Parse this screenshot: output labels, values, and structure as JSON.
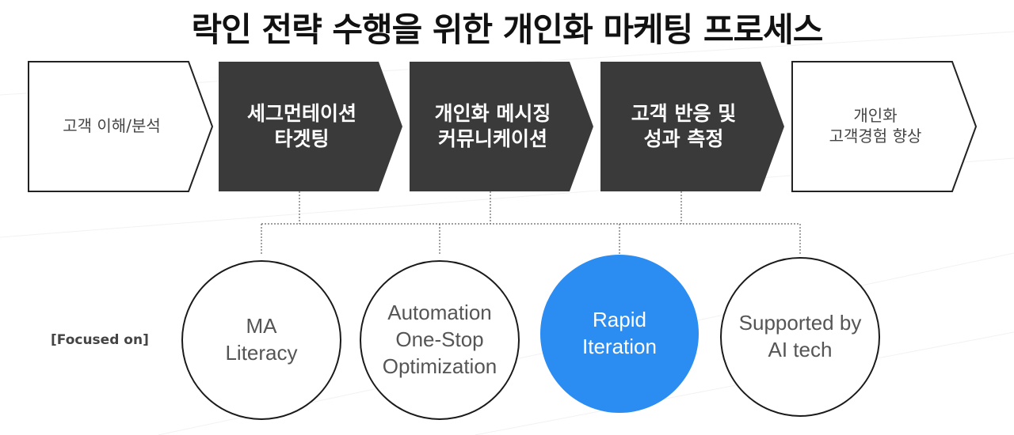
{
  "title": "락인 전략 수행을 위한 개인화 마케팅 프로세스",
  "steps": [
    {
      "label": "고객 이해/분석",
      "style": "light"
    },
    {
      "label": "세그먼테이션\n타겟팅",
      "style": "dark"
    },
    {
      "label": "개인화 메시징\n커뮤니케이션",
      "style": "dark"
    },
    {
      "label": "고객 반응 및\n성과 측정",
      "style": "dark"
    },
    {
      "label": "개인화\n고객경험 향상",
      "style": "light"
    }
  ],
  "focus_label": "[Focused on]",
  "focus_items": [
    {
      "label": "MA\nLiteracy",
      "highlighted": false
    },
    {
      "label": "Automation\nOne-Stop\nOptimization",
      "highlighted": false
    },
    {
      "label": "Rapid\nIteration",
      "highlighted": true
    },
    {
      "label": "Supported by\nAI tech",
      "highlighted": false
    }
  ],
  "colors": {
    "dark_step": "#3a3a3a",
    "light_step_border": "#222222",
    "highlight": "#2b8cf2",
    "connector": "#666666"
  }
}
